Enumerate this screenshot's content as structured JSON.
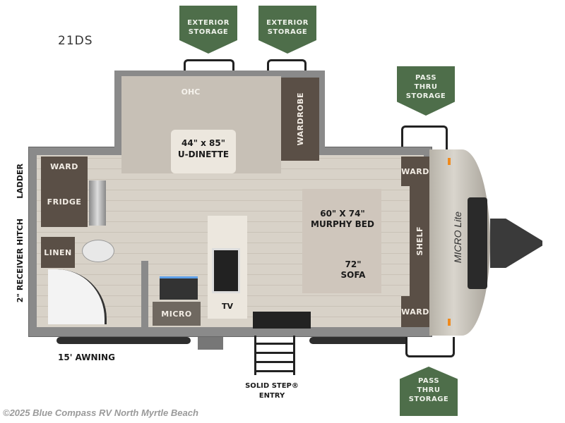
{
  "model": "21DS",
  "badges": {
    "exterior_storage_1": [
      "EXTERIOR",
      "STORAGE"
    ],
    "exterior_storage_2": [
      "EXTERIOR",
      "STORAGE"
    ],
    "pass_thru_top": [
      "PASS",
      "THRU",
      "STORAGE"
    ],
    "pass_thru_bottom": [
      "PASS",
      "THRU",
      "STORAGE"
    ]
  },
  "rooms": {
    "ohc": "OHC",
    "wardrobe": "WARDROBE",
    "dinette_size": "44\" x 85\"",
    "dinette": "U-DINETTE",
    "ward_left": "WARD",
    "fridge": "FRIDGE",
    "linen": "LINEN",
    "micro": "MICRO",
    "tv": "TV",
    "bed_size": "60\" X 74\"",
    "bed": "MURPHY BED",
    "sofa_size": "72\"",
    "sofa": "SOFA",
    "ward_front_top": "WARD",
    "ward_front_bottom": "WARD",
    "shelf": "SHELF"
  },
  "exterior": {
    "ladder": "LADDER",
    "hitch": "2\" RECEIVER HITCH",
    "awning": "15' AWNING",
    "entry_line1": "SOLID STEP®",
    "entry_line2": "ENTRY",
    "brand": "MICRO Lite"
  },
  "footer": {
    "copyright": "©2025 Blue Compass RV North Myrtle Beach"
  },
  "colors": {
    "badge_green": "#4e6e4a",
    "cabinet": "#5a4f46",
    "wall": "#8a8a8a"
  }
}
